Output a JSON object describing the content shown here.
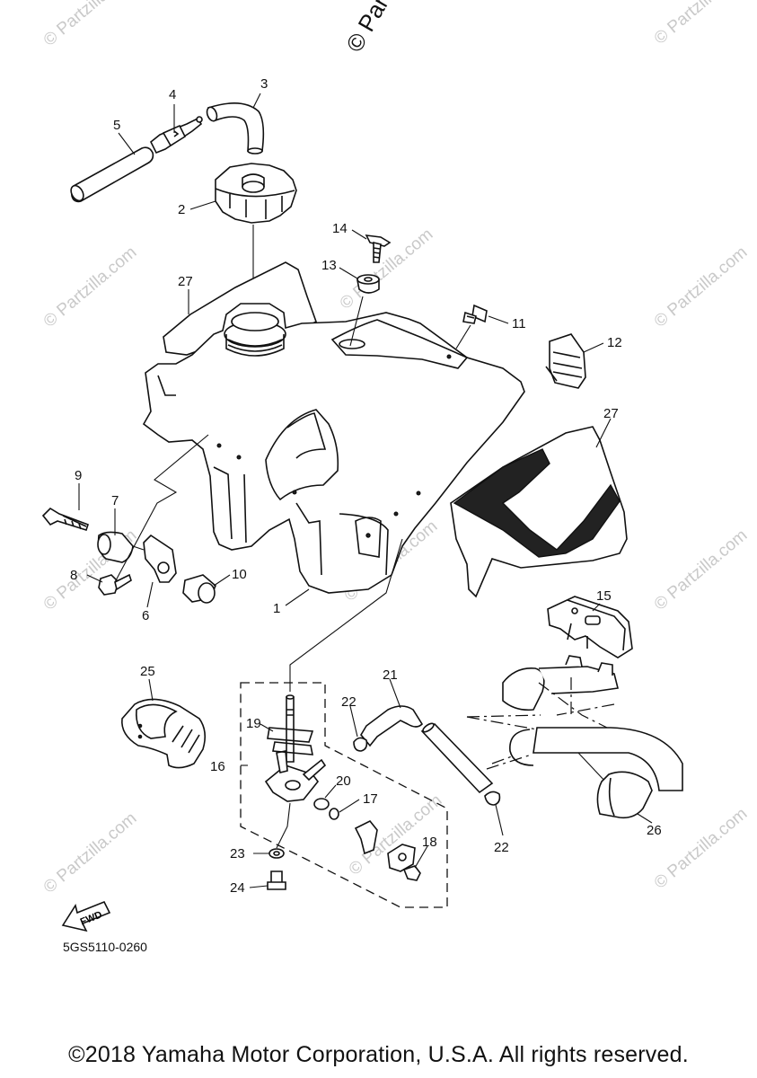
{
  "top_watermark": "© Part",
  "watermark_text": "© Partzilla.com",
  "fwd_label": "FWD",
  "diagram_code": "5GS5110-0260",
  "copyright": "©2018 Yamaha Motor Corporation, U.S.A. All rights reserved.",
  "callouts": {
    "c1": "1",
    "c2": "2",
    "c3": "3",
    "c4": "4",
    "c5": "5",
    "c6": "6",
    "c7": "7",
    "c8": "8",
    "c9": "9",
    "c10": "10",
    "c11": "11",
    "c12": "12",
    "c13": "13",
    "c14": "14",
    "c15": "15",
    "c16": "16",
    "c17": "17",
    "c18": "18",
    "c19": "19",
    "c20": "20",
    "c21": "21",
    "c22a": "22",
    "c22b": "22",
    "c23": "23",
    "c24": "24",
    "c25": "25",
    "c26": "26",
    "c27a": "27",
    "c27b": "27"
  }
}
